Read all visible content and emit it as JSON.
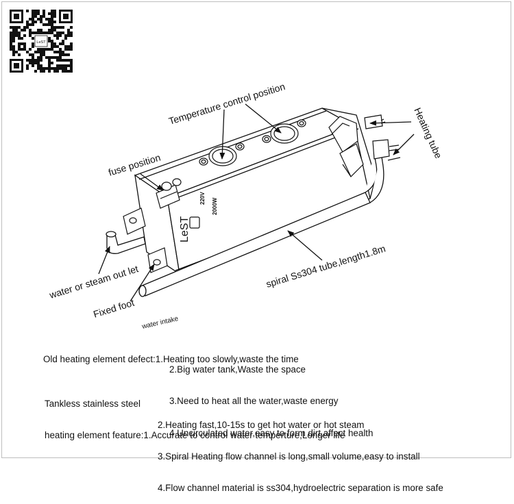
{
  "qr_code": {
    "logo_text": "LeST"
  },
  "callouts": {
    "temperature_control": "Temperature control position",
    "fuse_position": "fuse position",
    "heating_tube": "Heating tube",
    "outlet": "water or steam out let",
    "fixed_foot": "Fixed foot",
    "spiral_tube": "spiral Ss304 tube,length1.8m",
    "water_intake": "water intake"
  },
  "device_marks": {
    "brand": "LeST",
    "voltage": "220V",
    "power": "2000W"
  },
  "old_element": {
    "heading": "Old heating element defect:",
    "items": [
      "1.Heating too slowly,waste the time",
      "2.Big water tank,Waste the space",
      "3.Need to heat all the water,waste energy",
      "4.Uncirculated water,easy to form dirt,affect health"
    ]
  },
  "new_element": {
    "heading_line1": "Tankless stainless steel",
    "heading_line2": "heating element feature:",
    "items": [
      "1.Accurate to control water temperture,Longer life",
      "2.Heating fast,10-15s to get hot water or hot steam",
      "3.Spiral Heating flow channel is long,small volume,easy to install",
      "4.Flow channel material is ss304,hydroelectric separation is more safe"
    ]
  }
}
